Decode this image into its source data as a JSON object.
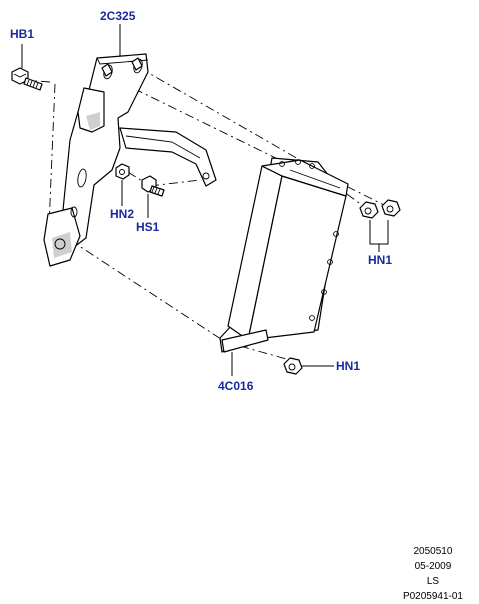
{
  "callouts": {
    "hb1": "HB1",
    "c2c325": "2C325",
    "hn2": "HN2",
    "hs1": "HS1",
    "hn1_upper": "HN1",
    "hn1_lower": "HN1",
    "c4c016": "4C016"
  },
  "footer": {
    "code": "2050510",
    "date": "05-2009",
    "initials": "LS",
    "ref": "P0205941-01"
  },
  "colors": {
    "callout_text": "#1a2a9c",
    "line": "#000000",
    "shading": "#cfcfcf"
  }
}
